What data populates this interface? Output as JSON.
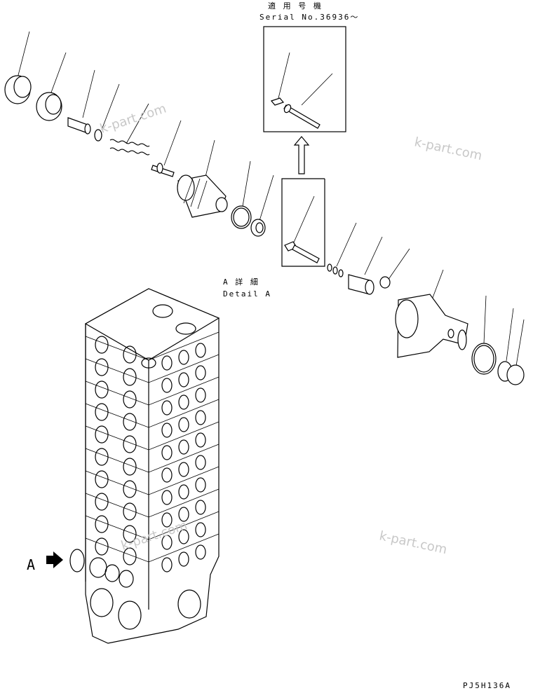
{
  "serial_box": {
    "title_jp": "適 用 号 機",
    "serial": "Serial No.36936～"
  },
  "detail": {
    "title_jp": "A 詳 細",
    "title_en": "Detail A"
  },
  "view_marker": "A",
  "watermark": "k-part.com",
  "drawing_code": "PJ5H136A"
}
